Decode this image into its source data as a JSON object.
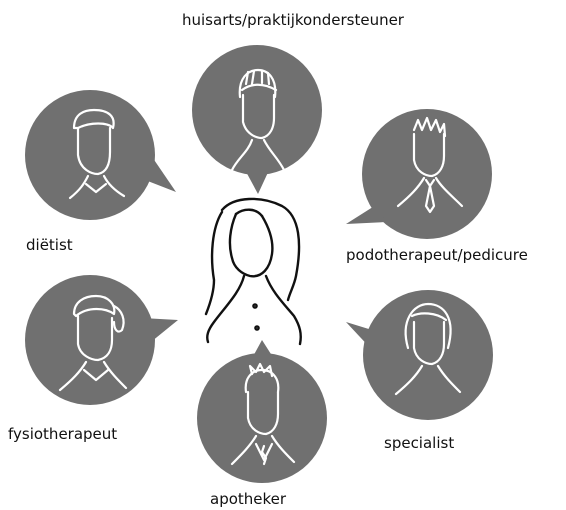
{
  "diagram": {
    "center": {
      "role": "patient",
      "icon": "woman-patient-icon"
    },
    "nodes": [
      {
        "key": "huisarts",
        "label": "huisarts/praktijkondersteuner",
        "icon": "person-icon"
      },
      {
        "key": "dietist",
        "label": "diëtist",
        "icon": "person-icon"
      },
      {
        "key": "podotherapeut",
        "label": "podotherapeut/pedicure",
        "icon": "person-icon"
      },
      {
        "key": "fysiotherapeut",
        "label": "fysiotherapeut",
        "icon": "person-icon"
      },
      {
        "key": "specialist",
        "label": "specialist",
        "icon": "person-icon"
      },
      {
        "key": "apotheker",
        "label": "apotheker",
        "icon": "person-icon"
      }
    ],
    "colors": {
      "bubble": "#707070",
      "line": "#ffffff",
      "patient": "#111111",
      "text": "#111111"
    }
  }
}
